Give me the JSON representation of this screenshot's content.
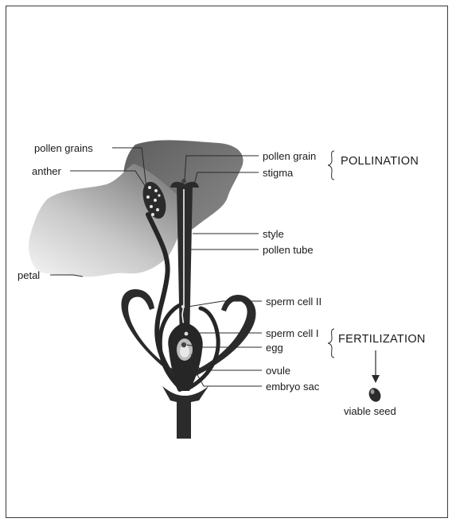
{
  "labels": {
    "pollen_grains": "pollen grains",
    "anther": "anther",
    "petal": "petal",
    "pollen_grain": "pollen grain",
    "stigma": "stigma",
    "style": "style",
    "pollen_tube": "pollen tube",
    "sperm_cell_2": "sperm cell II",
    "sperm_cell_1": "sperm cell I",
    "egg": "egg",
    "ovule": "ovule",
    "embryo_sac": "embryo sac",
    "viable_seed": "viable seed"
  },
  "stages": {
    "pollination": "POLLINATION",
    "fertilization": "FERTILIZATION"
  },
  "colors": {
    "dark_tissue": "#2b2b2b",
    "petal_light": "#c8c8c8",
    "petal_dark": "#6e6e6e",
    "frame": "#3a3a3a"
  }
}
